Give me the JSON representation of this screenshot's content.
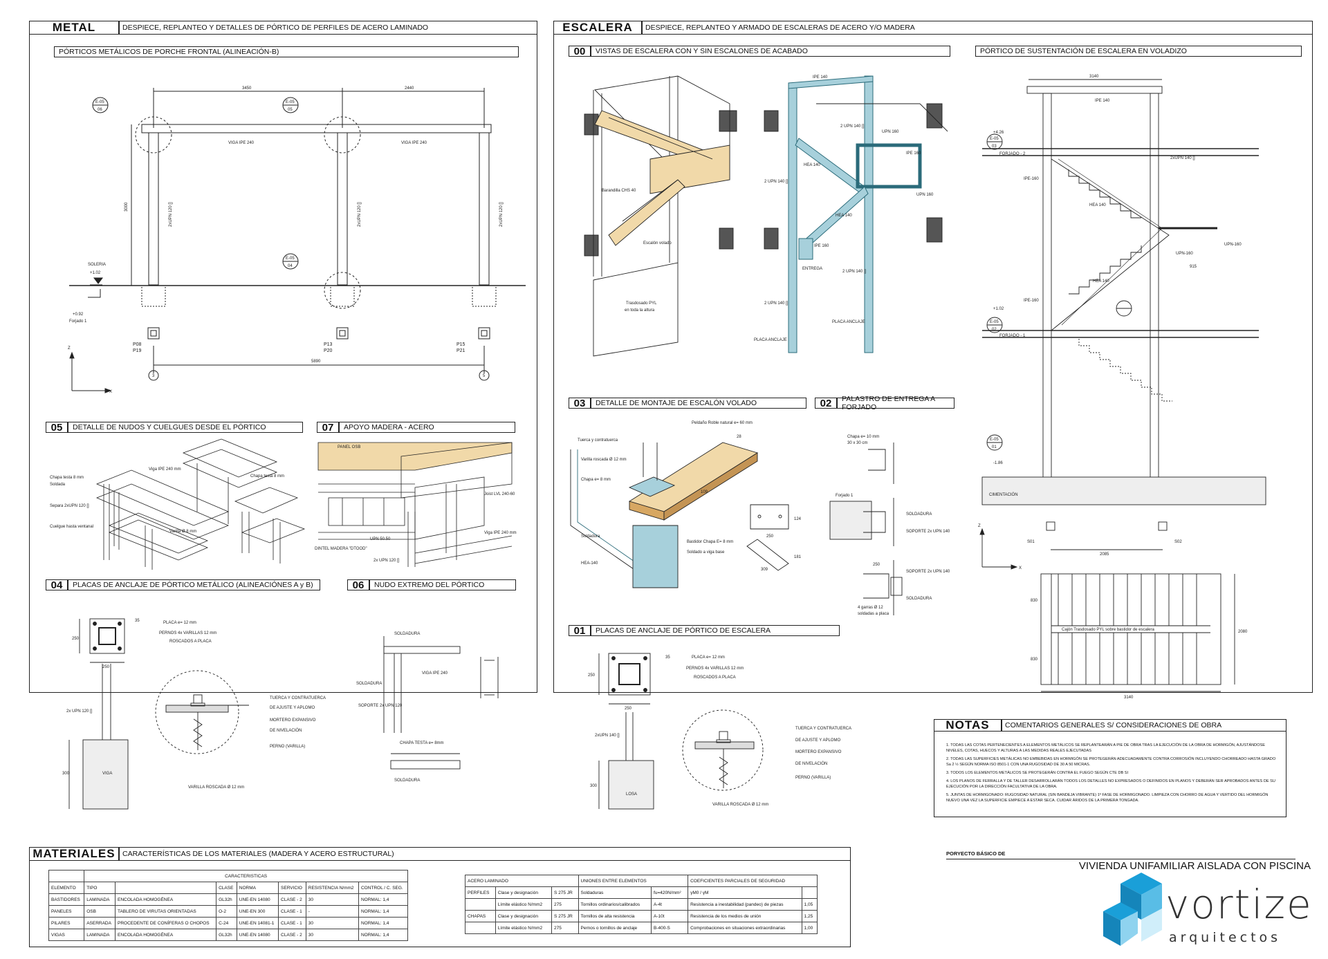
{
  "metal": {
    "tag": "METAL",
    "title": "DESPIECE, REPLANTEO Y DETALLES DE PÓRTICO DE PERFILES DE ACERO LAMINADO",
    "portico_title": "PÓRTICOS METÁLICOS DE PORCHE FRONTAL (ALINEACIÓN-B)",
    "labels": {
      "d1": "3450",
      "d2": "2440",
      "height": "3000",
      "base": "5890",
      "viga1": "VIGA IPE 240",
      "viga2": "VIGA IPE 240",
      "upn": "2xUPN 120 []",
      "soleria": "SOLERIA",
      "lvl1": "+1.02",
      "lvl2": "+0.92",
      "forjado": "Forjado 1",
      "p1a": "P08",
      "p1b": "P19",
      "p2a": "P13",
      "p2b": "P20",
      "p3a": "P15",
      "p3b": "P21",
      "ax3": "3",
      "ax5": "5",
      "z": "Z",
      "x": "X",
      "c1a": "E-05",
      "c1b": "06",
      "c2a": "E-05",
      "c2b": "05",
      "c3a": "E-05",
      "c3b": "04"
    },
    "d05": {
      "num": "05",
      "title": "DETALLE DE NUDOS Y CUELGUES DESDE EL PÓRTICO",
      "l1": "Chapa testa 8 mm",
      "l2": "Soldada",
      "l3": "Separa 2xUPN 120 []",
      "l4": "Cuelgue hasta ventanal",
      "l5": "Viga IPE 240 mm",
      "l6": "Chapa testa 8 mm",
      "l7": "Varilla Ø 8 mm"
    },
    "d07": {
      "num": "07",
      "title": "APOYO MADERA - ACERO",
      "l1": "PANEL OSB",
      "l2": "Joist LVL 240-60",
      "l3": "Viga IPE 240 mm",
      "l4": "DINTEL MADERA \"DTOOD\"",
      "l5": "UPN 50.50",
      "l6": "2x UPN 120 []"
    },
    "d04": {
      "num": "04",
      "title": "PLACAS DE ANCLAJE DE PÓRTICO METÁLICO (ALINEACIÓNES A y B)",
      "placa": "PLACA e= 12 mm",
      "pernos": "PERNOS 4x VARILLAS 12 mm",
      "roscados": "ROSCADOS A PLACA",
      "d35": "35",
      "d250a": "250",
      "d250b": "250",
      "t1": "TUERCA Y CONTRATUERCA",
      "t2": "DE AJUSTE Y APLOMO",
      "t3": "MORTERO EXPANSIVO",
      "t4": "DE NIVELACIÓN",
      "t5": "PERNO (VARILLA)",
      "upn": "2x UPN 120 []",
      "viga": "VIGA",
      "d300": "300",
      "varilla": "VARILLA ROSCADA Ø 12 mm"
    },
    "d06": {
      "num": "06",
      "title": "NUDO EXTREMO DEL PÓRTICO",
      "l1": "SOLDADURA",
      "l2": "VIGA IPE 240",
      "l3": "SOLDADURA",
      "l4": "SOPORTE 2x UPN 120",
      "l5": "CHAPA TESTA e= 8mm",
      "l6": "SOLDADURA"
    }
  },
  "escalera": {
    "tag": "ESCALERA",
    "title": "DESPIECE, REPLANTEO Y ARMADO DE ESCALERAS DE ACERO Y/O MADERA",
    "d00": {
      "num": "00",
      "title": "VISTAS DE ESCALERA CON Y SIN ESCALONES DE ACABADO",
      "l1": "Barandilla CHS 40",
      "l2": "Escalón volado",
      "l3": "Trasdosado PYL",
      "l4": "en toda la altura",
      "l5": "IPE 140",
      "l6": "2 UPN 140 []",
      "l7": "UPN 160",
      "l8": "IPE 160",
      "l9": "HEA 140",
      "l10": "UPN 160",
      "l11": "2 UPN 140 []",
      "l12": "HEA 140",
      "l13": "IPE 160",
      "l14": "ENTREGA",
      "l15": "2 UPN 140 []",
      "l16": "2 UPN 140 []",
      "l17": "PLACA ANCLAJE",
      "l18": "PLACA ANCLAJE"
    },
    "d03": {
      "num": "03",
      "title": "DETALLE DE MONTAJE DE ESCALÓN VOLADO",
      "l1": "Peldaño Roble natural e= 60 mm",
      "l2": "Tuerca y contratuerca",
      "l3": "Varilla roscada Ø 12 mm",
      "l4": "Chapa e= 8 mm",
      "l5": "Soldadura",
      "l6": "HEA-140",
      "l7": "Bastidor Chapa E= 8 mm",
      "l8": "Soldado a viga base",
      "d28": "28",
      "d109": "109",
      "d250": "250",
      "d124": "124",
      "d181": "181",
      "d309": "309"
    },
    "d02": {
      "num": "02",
      "title": "PALASTRO DE ENTREGA A FORJADO",
      "l1": "Chapa e= 10 mm",
      "l2": "30 x 30 cm",
      "l3": "Forjado 1",
      "l4": "SOLDADURA",
      "l5": "SOPORTE 2x UPN 140",
      "l6": "SOPORTE 2x UPN 140",
      "l7": "4 garras Ø 12",
      "l8": "soldadas a placa",
      "l9": "SOLDADURA",
      "d250": "250"
    },
    "d01": {
      "num": "01",
      "title": "PLACAS DE ANCLAJE DE PÓRTICO DE ESCALERA",
      "placa": "PLACA e= 12 mm",
      "pernos": "PERNOS 4x VARILLAS 12 mm",
      "roscados": "ROSCADOS A PLACA",
      "d35": "35",
      "d250a": "250",
      "d250b": "250",
      "t1": "TUERCA Y CONTRATUERCA",
      "t2": "DE AJUSTE Y APLOMO",
      "t3": "MORTERO EXPANSIVO",
      "t4": "DE NIVELACIÓN",
      "t5": "PERNO (VARILLA)",
      "upn": "2xUPN 140 []",
      "losa": "LOSA",
      "d300": "300",
      "varilla": "VARILLA ROSCADA Ø 12 mm"
    },
    "portico": {
      "title": "PÓRTICO DE SUSTENTACIÓN DE ESCALERA EN VOLADIZO",
      "d3140": "3140",
      "ipe140": "IPE 140",
      "lvl1": "+4.26",
      "forjado2": "FORJADO - 2",
      "ipe160a": "IPE-160",
      "hea140a": "HEA 140",
      "upn160a": "UPN-160",
      "upn160b": "UPN-160",
      "hea140b": "HEA 140",
      "ipe160b": "IPE-160",
      "lvl2": "+1.02",
      "forjado1": "FORJADO - 1",
      "lvl3": "-1.86",
      "cim": "CIMENTACIÓN",
      "s01": "S01",
      "s02": "S02",
      "d2085": "2085",
      "z": "Z",
      "x": "X",
      "upn2x": "2xUPN 140 []",
      "d915": "915",
      "c1a": "E-05",
      "c1b": "03",
      "c2a": "E-05",
      "c2b": "02",
      "c3a": "E-05",
      "c3b": "01",
      "cajon": "Cajón Trasdosado PYL sobre bastidor de escalera",
      "d830a": "830",
      "d830b": "830",
      "d2080": "2080",
      "d3140b": "3140"
    }
  },
  "notas": {
    "tag": "NOTAS",
    "title": "COMENTARIOS GENERALES S/ CONSIDERACIONES DE OBRA",
    "items": [
      "1. TODAS LAS COTAS PERTENECIENTES A ELEMENTOS METÁLICOS SE REPLANTEARÁN A PIE DE OBRA TRAS LA EJECUCIÓN DE LA OBRA DE HORMIGÓN, AJUSTÁNDOSE NIVELES, COTAS, HUECOS Y ALTURAS A LAS MEDIDAS REALES EJECUTADAS",
      "2. TODAS LAS SUPERFICIES METÁLICAS NO EMBEBIDAS EN HORMIGÓN SE PROTEGERÁN ADECUADAMENTE CONTRA CORROSIÓN INCLUYENDO CHORREADO HASTA GRADO Sa 2 ½ SEGÚN NORMA ISO 8501-1 CON UNA RUGOSIDAD DE 30 A 50 MICRAS.",
      "3. TODOS LOS ELEMENTOS METÁLICOS SE PROTEGERÁN CONTRA EL FUEGO SEGÚN CTE DB SI",
      "4. LOS PLANOS DE FERRALLA Y DE TALLER DESARROLLARÁN TODOS LOS DETALLES NO EXPRESADOS O DEFINIDOS EN PLANOS Y DEBERÁN SER APROBADOS ANTES DE SU EJECUCIÓN POR LA DIRECCIÓN FACULTATIVA DE LA OBRA.",
      "5. JUNTAS DE HORMIGONADO: RUGOSIDAD NATURAL (SIN BANDEJA VIBRANTE) 1º FASE DE HORMIGONADO. LIMPIEZA CON CHORRO DE AGUA Y VERTIDO DEL HORMIGÓN NUEVO UNA VEZ LA SUPERFICIE EMPIECE A ESTAR SECA. CUIDAR ÁRIDOS DE LA PRIMERA TONGADA."
    ]
  },
  "materiales": {
    "tag": "MATERIALES",
    "title": "CARACTERÍSTICAS DE LOS MATERIALES (MADERA Y ACERO ESTRUCTURAL)",
    "car_header": "CARACTERISTICAS",
    "headers": [
      "ELEMENTO",
      "TIPO",
      "",
      "CLASE",
      "NORMA",
      "SERVICIO",
      "RESISTENCIA N/mm2",
      "CONTROL / C. SEG."
    ],
    "rows": [
      [
        "BASTIDORES",
        "LAMINADA",
        "ENCOLADA HOMOGÉNEA",
        "GL32h",
        "UNE-EN 14080",
        "CLASE - 2",
        "30",
        "NORMAL: 1,4"
      ],
      [
        "PANELES",
        "OSB",
        "TABLERO DE VIRUTAS ORIENTADAS",
        "O-2",
        "UNE-EN 300",
        "CLASE - 1",
        "-",
        "NORMAL: 1,4"
      ],
      [
        "PILARES",
        "ASERRADA",
        "PROCEDENTE DE CONÍFERAS O CHOPOS",
        "C-24",
        "UNE-EN 14081-1",
        "CLASE - 1",
        "30",
        "NORMAL: 1,4"
      ],
      [
        "VIGAS",
        "LAMINADA",
        "ENCOLADA HOMOGÉNEA",
        "GL32h",
        "UNE-EN 14080",
        "CLASE - 2",
        "30",
        "NORMAL: 1,4"
      ]
    ],
    "acero": {
      "h1": "ACERO LAMINADO",
      "h2": "UNIONES ENTRE ELEMENTOS",
      "h3": "COEFICIENTES PARCIALES DE SEGURIDAD",
      "rows": [
        [
          "PERFILES",
          "Clase y designación",
          "S 275 JR",
          "Soldaduras",
          "fu=420N/mm²",
          "γM0 / γM",
          ""
        ],
        [
          "",
          "Límite elástico N/mm2",
          "275",
          "Tornillos ordinarios/calibrados",
          "A-4t",
          "Resistencia a inestabilidad (pandeo) de piezas",
          "1,05"
        ],
        [
          "CHAPAS",
          "Clase y designación",
          "S 275 JR",
          "Tornillos de alta resistencia",
          "A-10t",
          "Resistencia de los medios de unión",
          "1,25"
        ],
        [
          "",
          "Límite elástico N/mm2",
          "275",
          "Pernos o tornillos de anclaje",
          "B-400-S",
          "Comprobaciones en situaciones extraordinarias",
          "1,00"
        ]
      ]
    }
  },
  "titleblock": {
    "proyecto": "PORYECTO BÁSICO DE",
    "vivienda": "VIVIENDA UNIFAMILIAR AISLADA CON PISCINA",
    "brand": "vortize",
    "sub": "arquitectos",
    "accent": "#1a9fd8"
  }
}
